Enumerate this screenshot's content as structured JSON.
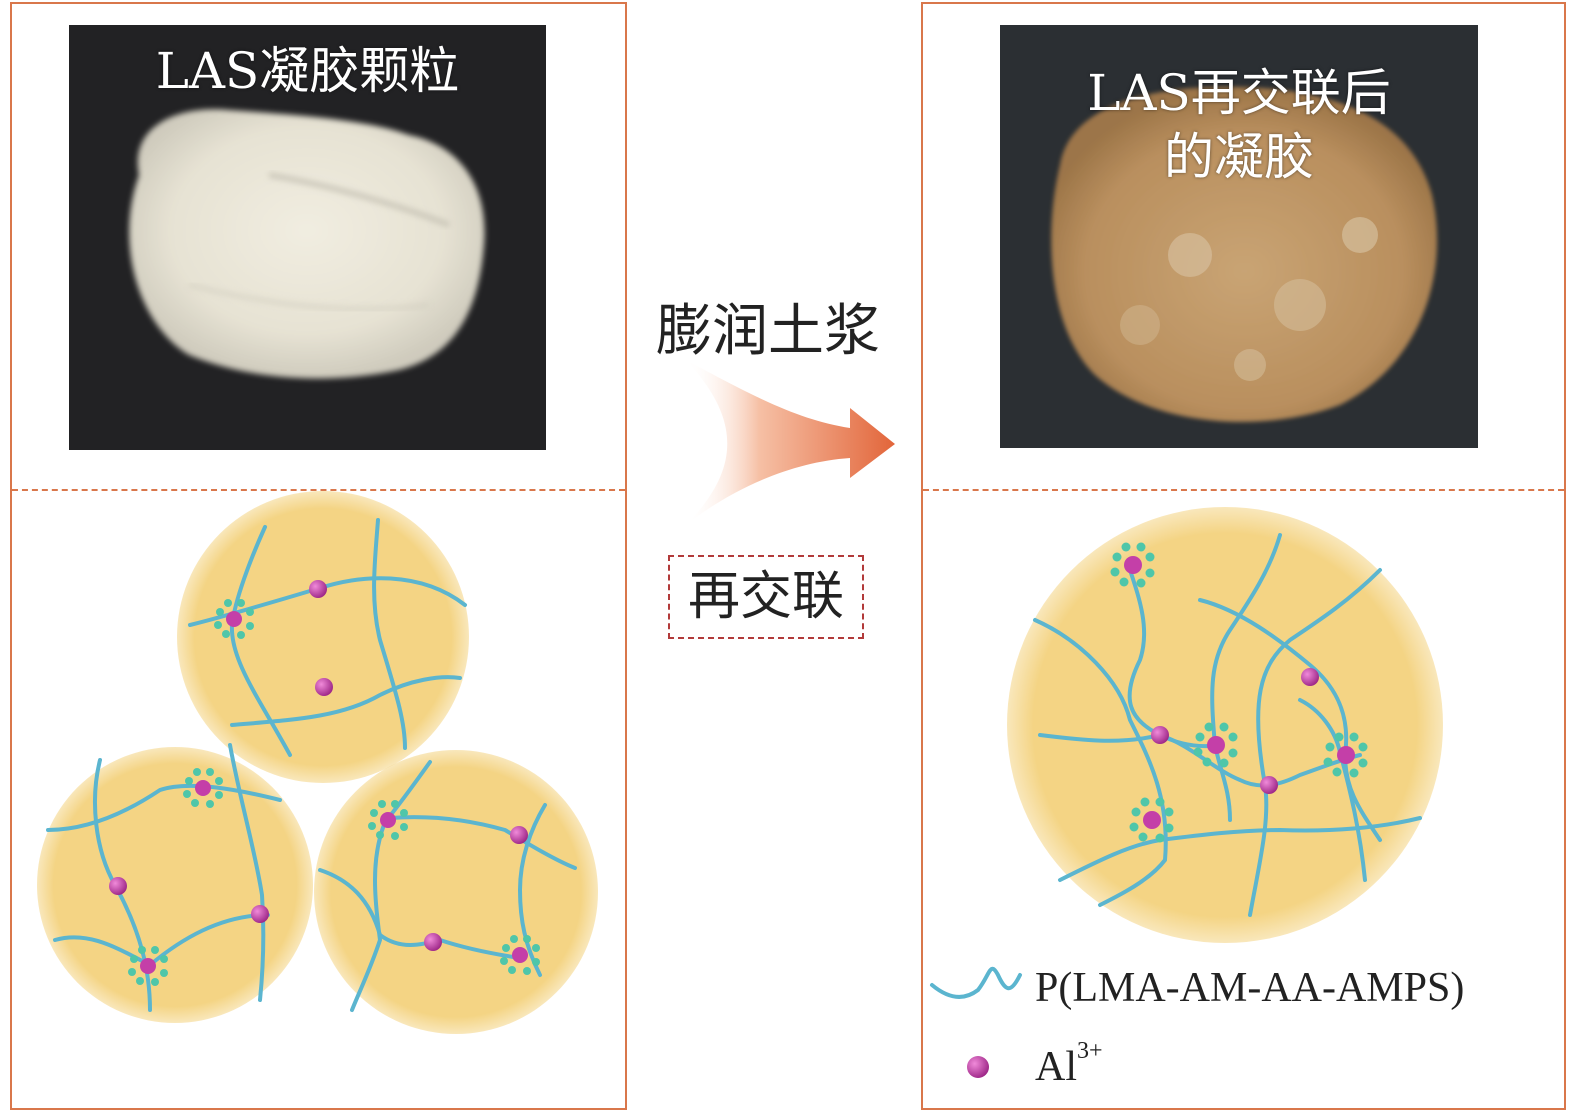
{
  "left_panel": {
    "photo_caption": "LAS凝胶颗粒"
  },
  "right_panel": {
    "photo_caption_line1": "LAS再交联后",
    "photo_caption_line2": "的凝胶"
  },
  "process": {
    "step_label": "膨润土浆",
    "step_box_label": "再交联"
  },
  "legend": {
    "chain_label": "P(LMA-AM-AA-AMPS)",
    "ion_label": "Al",
    "ion_charge": "3+"
  },
  "colors": {
    "frame": "#d9774b",
    "arrow": "#e2653a",
    "particle_fill": "#f4d484",
    "chain": "#5bb5cf",
    "ion": "#c43fa8",
    "crosslinker": "#4fc6a9"
  }
}
